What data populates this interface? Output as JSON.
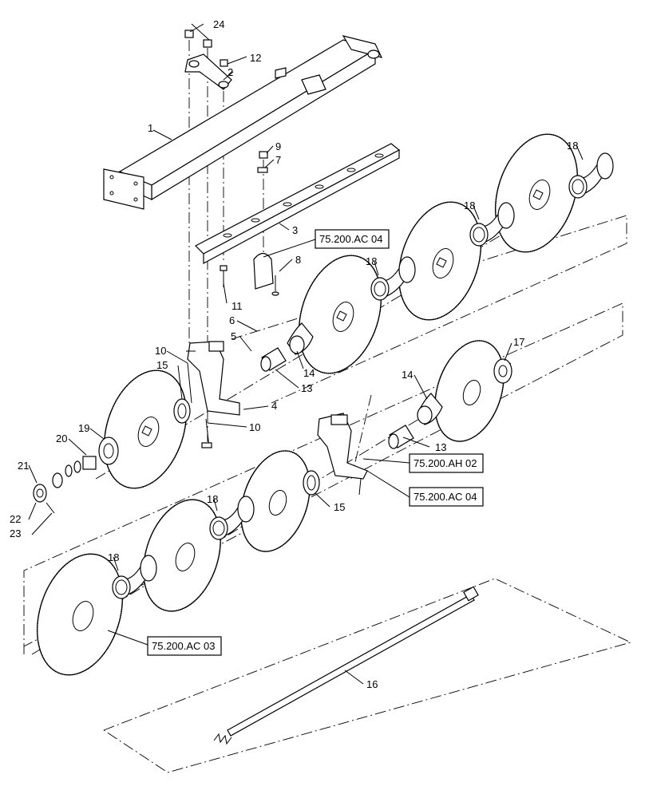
{
  "callouts": {
    "c1": "1",
    "c2": "2",
    "c3": "3",
    "c4": "4",
    "c5": "5",
    "c6": "6",
    "c7": "7",
    "c8": "8",
    "c9": "9",
    "c10a": "10",
    "c10b": "10",
    "c11": "11",
    "c12": "12",
    "c13a": "13",
    "c13b": "13",
    "c14a": "14",
    "c14b": "14",
    "c15a": "15",
    "c15b": "15",
    "c16": "16",
    "c17": "17",
    "c18a": "18",
    "c18b": "18",
    "c18c": "18",
    "c18d": "18",
    "c18e": "18",
    "c19": "19",
    "c20": "20",
    "c21": "21",
    "c22": "22",
    "c23": "23",
    "c24": "24"
  },
  "references": {
    "ref_ac04_top": "75.200.AC 04",
    "ref_ah02": "75.200.AH 02",
    "ref_ac04_mid": "75.200.AC 04",
    "ref_ac03": "75.200.AC 03"
  }
}
